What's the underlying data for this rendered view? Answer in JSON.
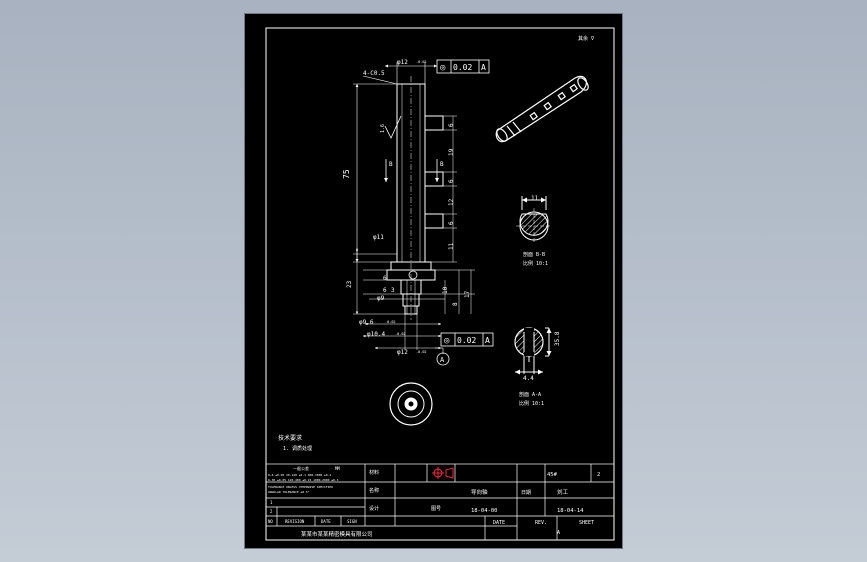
{
  "drawing": {
    "corner_note": "其余 ∇",
    "top_dia": "φ12",
    "top_dia_tol": "-0.02",
    "chamfer": "4-C0.5",
    "gtol_symbol": "◎",
    "gtol_value": "0.02",
    "gtol_datum": "A",
    "length_main": "75",
    "surface_mark": "1.6",
    "section_mark": "B",
    "dim_slot_1": "6",
    "dim_slot_2": "19",
    "dim_slot_3": "6",
    "dim_slot_4": "12",
    "dim_slot_5": "6",
    "dim_slot_6": "11",
    "dia_11": "φ11",
    "dim_23": "23",
    "dim_6": "6",
    "dim_6b": "6",
    "dim_3": "3",
    "dia_9": "φ9",
    "dim_10": "10",
    "dim_8": "8",
    "dim_17": "17",
    "dia_9_6": "φ9.6",
    "dia_9_6_tol": "-0.02",
    "dia_10_4": "φ10.4",
    "dia_10_4_tol": "-0.02",
    "dia_12_bottom": "φ12",
    "dia_12_bottom_tol": "-0.02",
    "datum_label": "A",
    "sec_b_dim": "11",
    "sec_b_label": "剖面 B-B",
    "sec_b_scale": "比例 10:1",
    "sec_a_dim_h": "35.8",
    "sec_a_dim_w": "4.4",
    "sec_a_label": "剖面 A-A",
    "sec_a_scale": "比例 10:1",
    "tech_req_title": "技术要求",
    "tech_req_1": "1. 调质处理"
  },
  "title_block": {
    "tol_header_1": "一般公差",
    "tol_header_2": "MM",
    "tol_row_1": "0-6  ±0.05   30-120  ±0.1   400-1000  ±0.2",
    "tol_row_2": "6-30  ±0.05  120-400 ±0.15  1000-2000 ±0.3",
    "note_row_1": "TOLERANCE UNLESS OTHERWISE SPECIFIED",
    "note_row_2": "ANGULAR TOLERANCE ±0.5°",
    "rev_1": "1",
    "rev_2": "2",
    "col_no": "NO",
    "col_revision": "REVISION",
    "col_date": "DATE",
    "col_sign": "SIGN",
    "company": "某某市某某精密模具有限公司",
    "material_label": "材料",
    "material_value": "45#",
    "quantity": "2",
    "part_name_label": "名称",
    "part_name_value": "导向轴",
    "part_no_label": "图号",
    "part_no_value": "18-04-00",
    "drawn_label": "设计",
    "drawn_value": "刘工",
    "date_label": "日期",
    "date_value": "18-04-14",
    "date_en": "DATE",
    "rev_en": "REV.",
    "rev_value": "A",
    "sheet_en": "SHEET"
  }
}
